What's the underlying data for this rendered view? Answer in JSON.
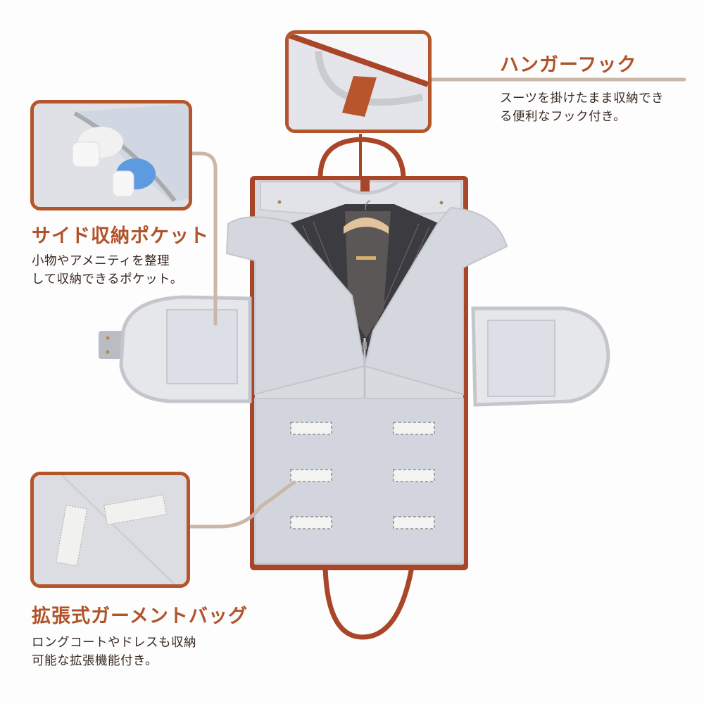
{
  "colors": {
    "accent": "#b0532a",
    "frame": "#b5552b",
    "connector": "#cbb7a8",
    "body_text": "#3a2a24",
    "lining": "#d6d8de",
    "leather": "#a9462a",
    "background": "#fdfdfd"
  },
  "features": {
    "hanger_hook": {
      "title": "ハンガーフック",
      "description": "スーツを掛けたまま収納でき\nる便利なフック付き。",
      "inset_subject": "hook-strap-closeup"
    },
    "side_pocket": {
      "title": "サイド収納ポケット",
      "description": "小物やアメニティを整理\nして収納できるポケット。",
      "inset_subject": "toiletry-bottles-in-pocket"
    },
    "expandable_bag": {
      "title": "拡張式ガーメントバッグ",
      "description": "ロングコートやドレスも収納\n可能な拡張機能付き。",
      "inset_subject": "velcro-strips-closeup"
    }
  },
  "product": {
    "subject": "garment-bag-open-with-suit",
    "velcro_patches": 6
  }
}
